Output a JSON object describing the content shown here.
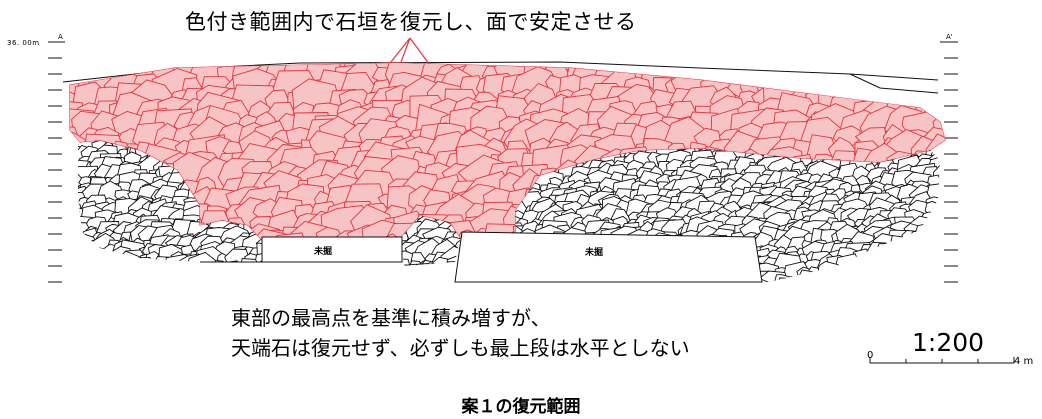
{
  "callout": "色付き範囲内で石垣を復元し、面で安定させる",
  "description": {
    "line1": "東部の最高点を基準に積み増すが、",
    "line2": "天端石は復元せず、必ずしも最上段は水平としない"
  },
  "caption": "案１の復元範囲",
  "scale": {
    "ratio": "1:200",
    "start": "0",
    "end": "4 m"
  },
  "elevation_label": "36. 00m",
  "section_marks": {
    "left": "A",
    "right": "A'"
  },
  "unexcavated": {
    "left": "未掘",
    "right": "未掘"
  },
  "colors": {
    "restored_fill": "#f7c4c6",
    "restored_stroke": "#e8323c",
    "existing_stroke": "#111111"
  }
}
